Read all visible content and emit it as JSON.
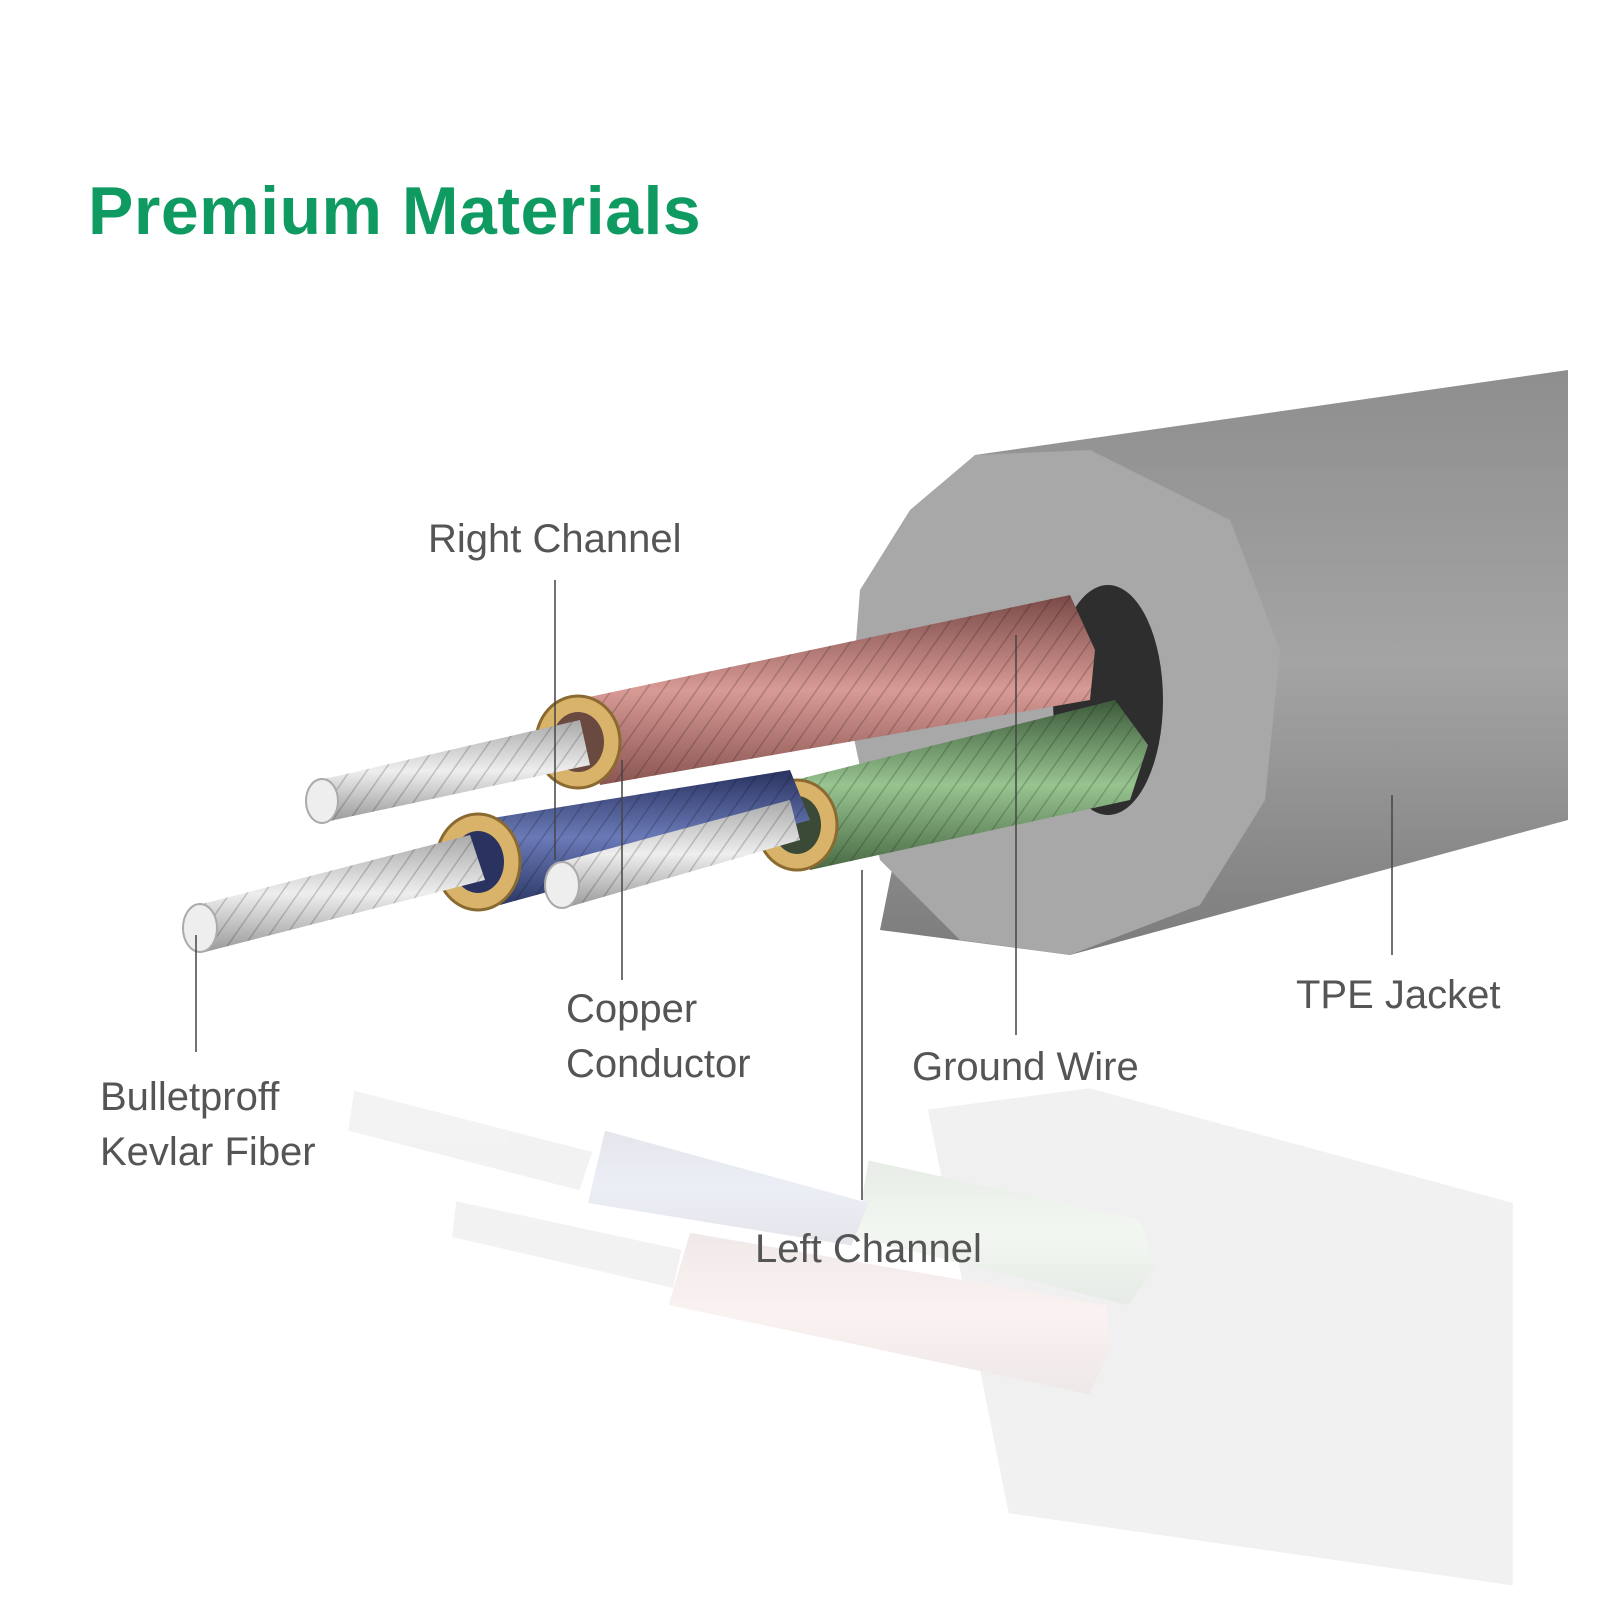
{
  "title": "Premium Materials",
  "colors": {
    "title": "#0f9a62",
    "label": "#555555",
    "jacket": "#9d9d9d",
    "right_channel": "#c98a86",
    "left_channel": "#7fae7a",
    "copper_conductor": "#4a5c9a",
    "copper_core": "#d9b36a",
    "kevlar": "#cfcfcf"
  },
  "labels": {
    "right_channel": "Right Channel",
    "copper_conductor": [
      "Copper",
      "Conductor"
    ],
    "bulletproof_kevlar": [
      "Bulletproff",
      "Kevlar Fiber"
    ],
    "ground_wire": "Ground Wire",
    "left_channel": "Left Channel",
    "tpe_jacket": "TPE Jacket"
  }
}
